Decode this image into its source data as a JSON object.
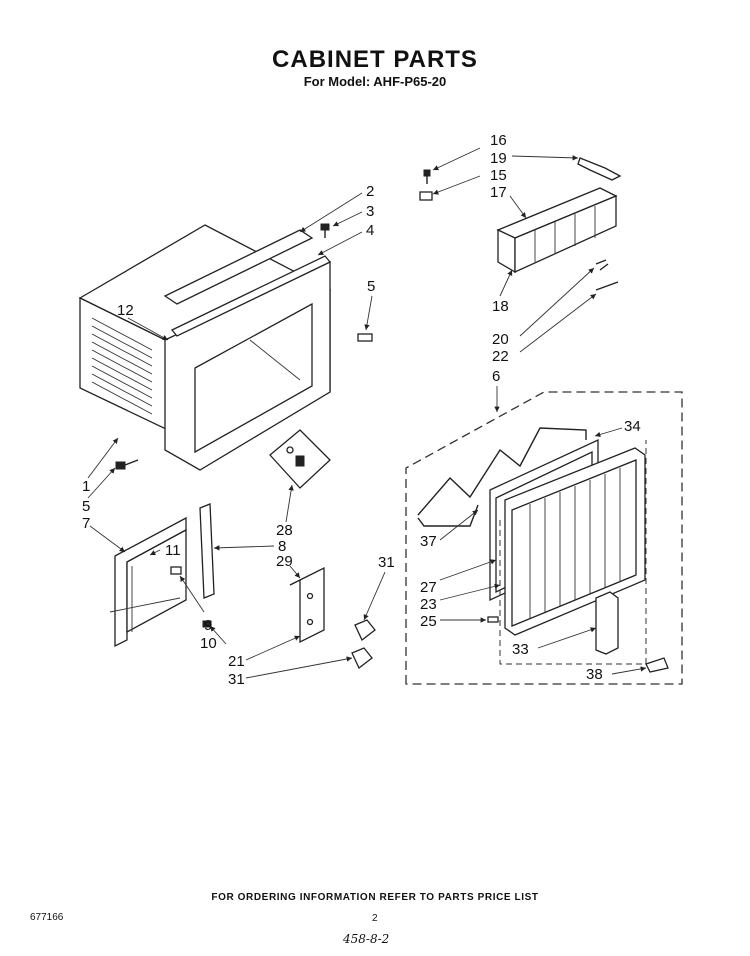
{
  "page": {
    "title": "CABINET PARTS",
    "subtitle": "For Model: AHF-P65-20",
    "footer_note": "FOR ORDERING INFORMATION REFER TO PARTS PRICE LIST",
    "doc_number": "677166",
    "page_number": "2",
    "handwritten_note": "458-8-2"
  },
  "callouts": [
    {
      "id": "c16",
      "text": "16"
    },
    {
      "id": "c19",
      "text": "19"
    },
    {
      "id": "c15",
      "text": "15"
    },
    {
      "id": "c17",
      "text": "17"
    },
    {
      "id": "c2",
      "text": "2"
    },
    {
      "id": "c3",
      "text": "3"
    },
    {
      "id": "c4",
      "text": "4"
    },
    {
      "id": "c5a",
      "text": "5"
    },
    {
      "id": "c12",
      "text": "12"
    },
    {
      "id": "c18",
      "text": "18"
    },
    {
      "id": "c20",
      "text": "20"
    },
    {
      "id": "c22",
      "text": "22"
    },
    {
      "id": "c6",
      "text": "6"
    },
    {
      "id": "c34",
      "text": "34"
    },
    {
      "id": "c1",
      "text": "1"
    },
    {
      "id": "c5b",
      "text": "5"
    },
    {
      "id": "c7",
      "text": "7"
    },
    {
      "id": "c11",
      "text": "11"
    },
    {
      "id": "c28",
      "text": "28"
    },
    {
      "id": "c8",
      "text": "8"
    },
    {
      "id": "c29",
      "text": "29"
    },
    {
      "id": "c31a",
      "text": "31"
    },
    {
      "id": "c37",
      "text": "37"
    },
    {
      "id": "c27",
      "text": "27"
    },
    {
      "id": "c23",
      "text": "23"
    },
    {
      "id": "c25",
      "text": "25"
    },
    {
      "id": "c9",
      "text": "9"
    },
    {
      "id": "c10",
      "text": "10"
    },
    {
      "id": "c21",
      "text": "21"
    },
    {
      "id": "c31b",
      "text": "31"
    },
    {
      "id": "c33",
      "text": "33"
    },
    {
      "id": "c38",
      "text": "38"
    }
  ]
}
